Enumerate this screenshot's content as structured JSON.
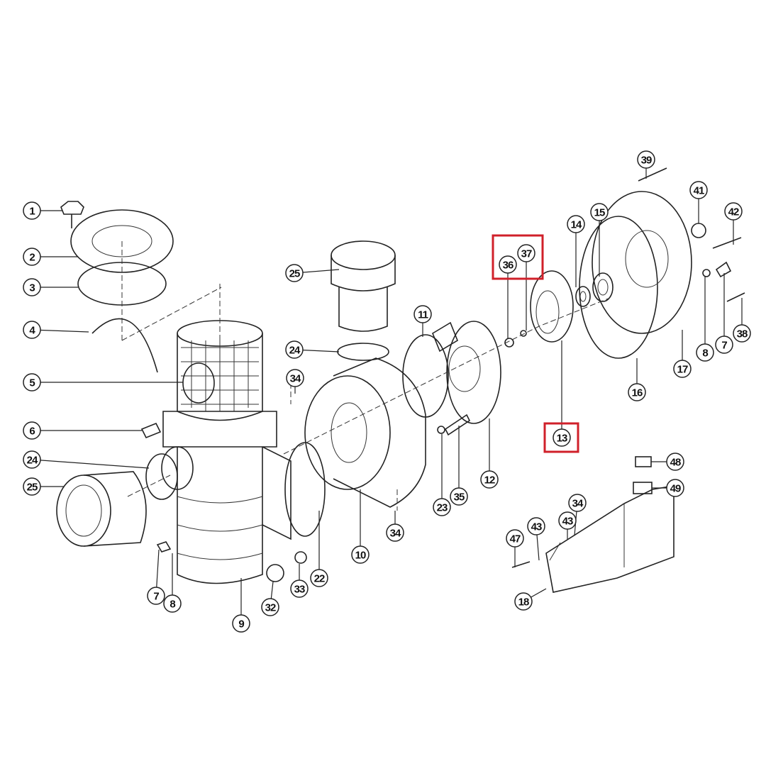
{
  "title": "Pump exploded parts diagram",
  "highlight_color": "#d0202a",
  "callouts": [
    "1",
    "2",
    "3",
    "4",
    "5",
    "6",
    "24",
    "25",
    "39",
    "41",
    "42",
    "15",
    "14",
    "36",
    "37",
    "25",
    "11",
    "24",
    "34",
    "12",
    "13",
    "16",
    "17",
    "8",
    "7",
    "38",
    "23",
    "35",
    "10",
    "34",
    "22",
    "33",
    "32",
    "9",
    "7",
    "8",
    "48",
    "49",
    "34",
    "43",
    "43",
    "47",
    "18"
  ],
  "highlighted": [
    "36",
    "37",
    "13"
  ]
}
